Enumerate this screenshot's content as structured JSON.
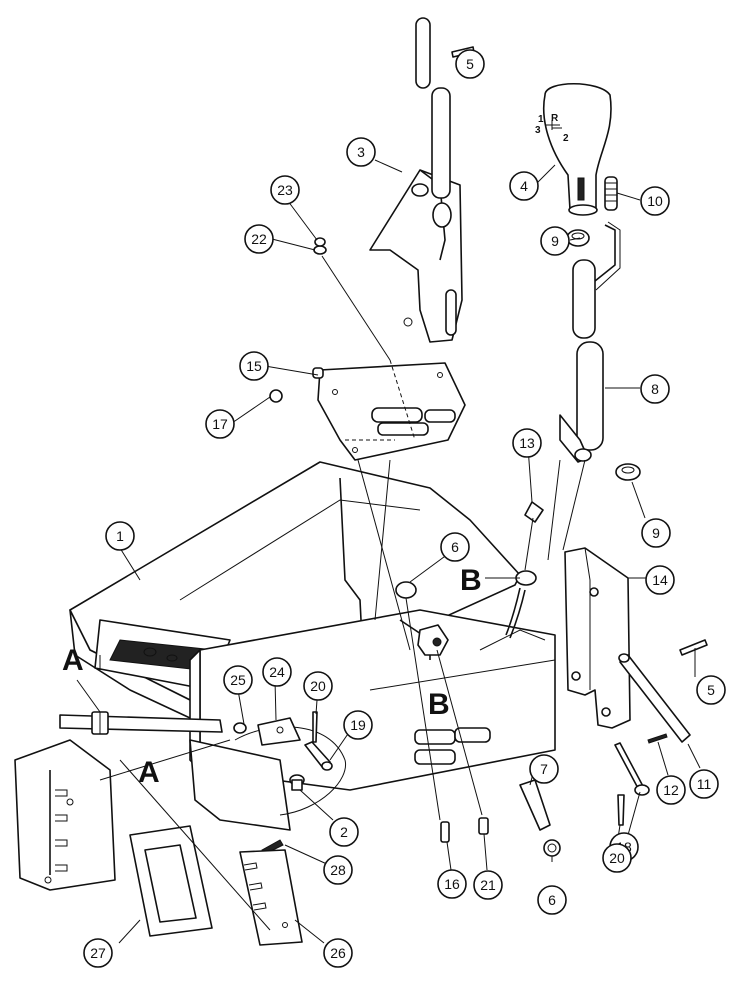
{
  "diagram": {
    "type": "exploded parts diagram",
    "callouts": [
      {
        "id": "c1",
        "label": "1"
      },
      {
        "id": "c2",
        "label": "2"
      },
      {
        "id": "c3",
        "label": "3"
      },
      {
        "id": "c4",
        "label": "4"
      },
      {
        "id": "c5a",
        "label": "5"
      },
      {
        "id": "c5b",
        "label": "5"
      },
      {
        "id": "c6a",
        "label": "6"
      },
      {
        "id": "c6b",
        "label": "6"
      },
      {
        "id": "c7",
        "label": "7"
      },
      {
        "id": "c8",
        "label": "8"
      },
      {
        "id": "c9a",
        "label": "9"
      },
      {
        "id": "c9b",
        "label": "9"
      },
      {
        "id": "c10",
        "label": "10"
      },
      {
        "id": "c11",
        "label": "11"
      },
      {
        "id": "c12",
        "label": "12"
      },
      {
        "id": "c13",
        "label": "13"
      },
      {
        "id": "c14",
        "label": "14"
      },
      {
        "id": "c15",
        "label": "15"
      },
      {
        "id": "c16",
        "label": "16"
      },
      {
        "id": "c17",
        "label": "17"
      },
      {
        "id": "c18",
        "label": "18"
      },
      {
        "id": "c19",
        "label": "19"
      },
      {
        "id": "c20a",
        "label": "20"
      },
      {
        "id": "c20b",
        "label": "20"
      },
      {
        "id": "c21",
        "label": "21"
      },
      {
        "id": "c22",
        "label": "22"
      },
      {
        "id": "c23",
        "label": "23"
      },
      {
        "id": "c24",
        "label": "24"
      },
      {
        "id": "c25",
        "label": "25"
      },
      {
        "id": "c26",
        "label": "26"
      },
      {
        "id": "c27",
        "label": "27"
      },
      {
        "id": "c28",
        "label": "28"
      }
    ],
    "reference_letters": [
      {
        "id": "ref-a-left",
        "label": "A"
      },
      {
        "id": "ref-a-mid",
        "label": "A"
      },
      {
        "id": "ref-b-cable",
        "label": "B"
      },
      {
        "id": "ref-b-lower",
        "label": "B"
      }
    ],
    "knob_markings": [
      "1",
      "R",
      "3",
      "2"
    ]
  }
}
